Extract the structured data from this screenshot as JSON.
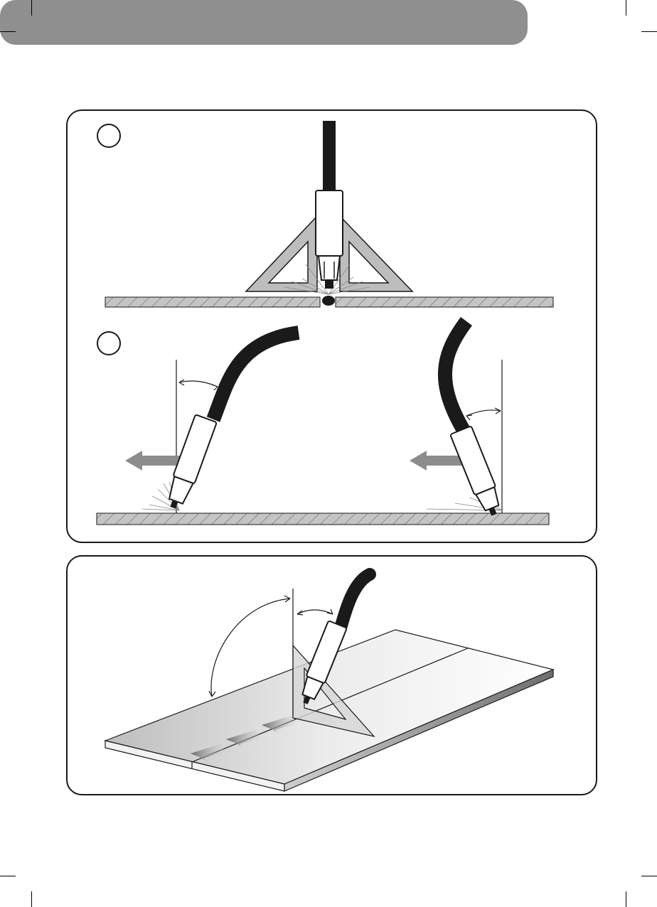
{
  "colors": {
    "header_bar": "#8f8f8f",
    "hose": "#1a1a1a",
    "torch_body": "#ffffff",
    "plate_fill": "#b8b8b8",
    "travel_arrow": "#8c8c8c",
    "outline": "#1a1a1a"
  },
  "header": {
    "title": ""
  },
  "steps": [
    {
      "number": "",
      "icon": "circle-marker"
    },
    {
      "number": "",
      "icon": "circle-marker"
    }
  ],
  "figures": {
    "top": "vertical-torch-with-squares",
    "middle_left": "push-angle-torch",
    "middle_right": "drag-angle-torch",
    "bottom": "torch-travel-on-plate"
  }
}
